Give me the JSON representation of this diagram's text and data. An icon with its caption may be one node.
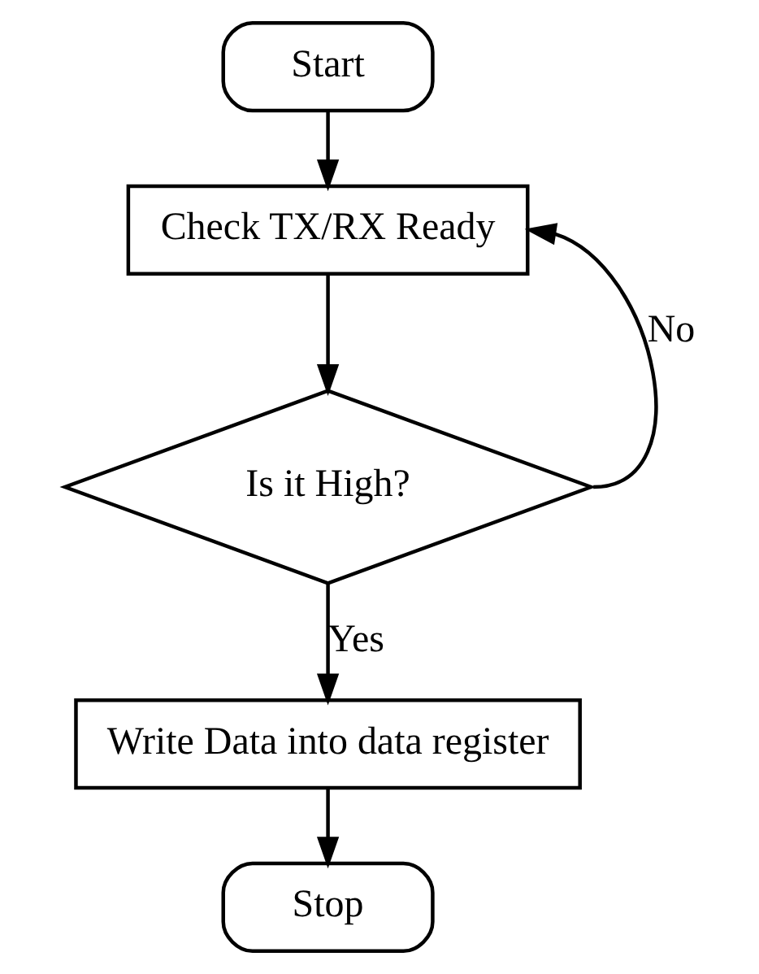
{
  "diagram": {
    "nodes": [
      {
        "text": [
          "Start"
        ]
      },
      {
        "text": [
          "Check TX/RX Ready"
        ]
      },
      {
        "text": [
          "Is it High?"
        ]
      },
      {
        "text": [
          "Write Data into data register"
        ]
      },
      {
        "text": [
          "Stop"
        ]
      }
    ],
    "edges": [
      {
        "from": 0,
        "to": 1,
        "arrow": "to"
      },
      {
        "from": 1,
        "to": 2,
        "arrow": "to"
      },
      {
        "from": 2,
        "to": 1,
        "arrow": "to",
        "label": "No"
      },
      {
        "from": 2,
        "to": 3,
        "arrow": "to",
        "label": "Yes"
      },
      {
        "from": 3,
        "to": 4,
        "arrow": "to"
      }
    ]
  }
}
